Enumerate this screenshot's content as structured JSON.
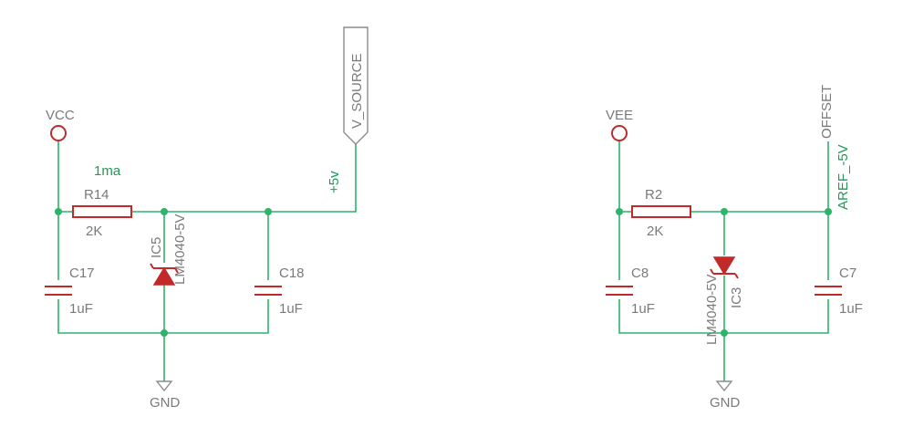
{
  "left": {
    "supply": "VCC",
    "current_note": "1ma",
    "resistor": {
      "ref": "R14",
      "value": "2K"
    },
    "zener": {
      "ref": "IC5",
      "part": "LM4040-5V"
    },
    "cap_in": {
      "ref": "C17",
      "value": "1uF"
    },
    "cap_out": {
      "ref": "C18",
      "value": "1uF"
    },
    "ground": "GND",
    "net_label": "+5v",
    "port_label": "V_SOURCE"
  },
  "right": {
    "supply": "VEE",
    "resistor": {
      "ref": "R2",
      "value": "2K"
    },
    "zener": {
      "ref": "IC3",
      "part": "LM4040-5V"
    },
    "cap_in": {
      "ref": "C8",
      "value": "1uF"
    },
    "cap_out": {
      "ref": "C7",
      "value": "1uF"
    },
    "ground": "GND",
    "net_label": "AREF_-5V",
    "port_label": "OFFSET"
  },
  "colors": {
    "wire": "#2db36a",
    "component": "#c22a2a",
    "text": "#7a7a7a",
    "net_text": "#1f9a56"
  }
}
